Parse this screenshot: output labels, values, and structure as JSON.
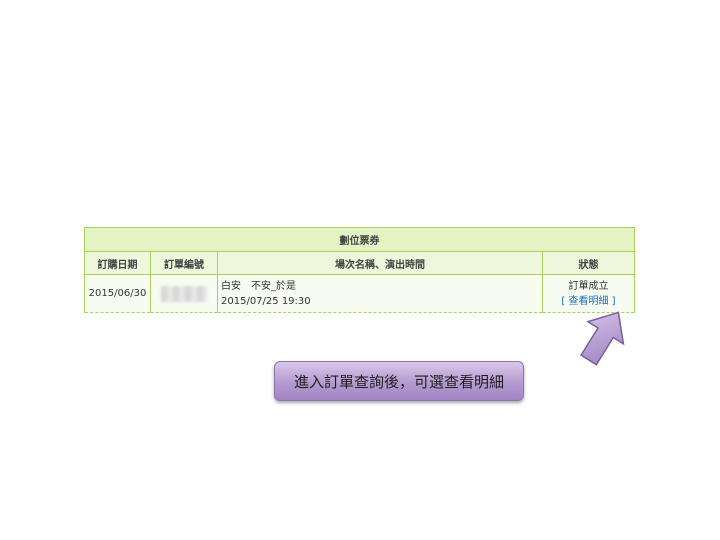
{
  "table": {
    "title": "劃位票券",
    "headers": {
      "date": "訂購日期",
      "order_no": "訂單編號",
      "show": "場次名稱、演出時間",
      "status": "狀態"
    },
    "rows": [
      {
        "date": "2015/06/30",
        "show_name": "白安　不安_於是",
        "show_time": "2015/07/25 19:30",
        "status": "訂單成立",
        "detail_link": "[ 查看明細 ]"
      }
    ]
  },
  "callout": {
    "text": "進入訂單查詢後，可選查看明細"
  },
  "colors": {
    "table_border": "#a9d25c",
    "header_bg": "#e3f3c3",
    "link": "#1a6fc4",
    "callout_purple": "#b49ad0"
  }
}
